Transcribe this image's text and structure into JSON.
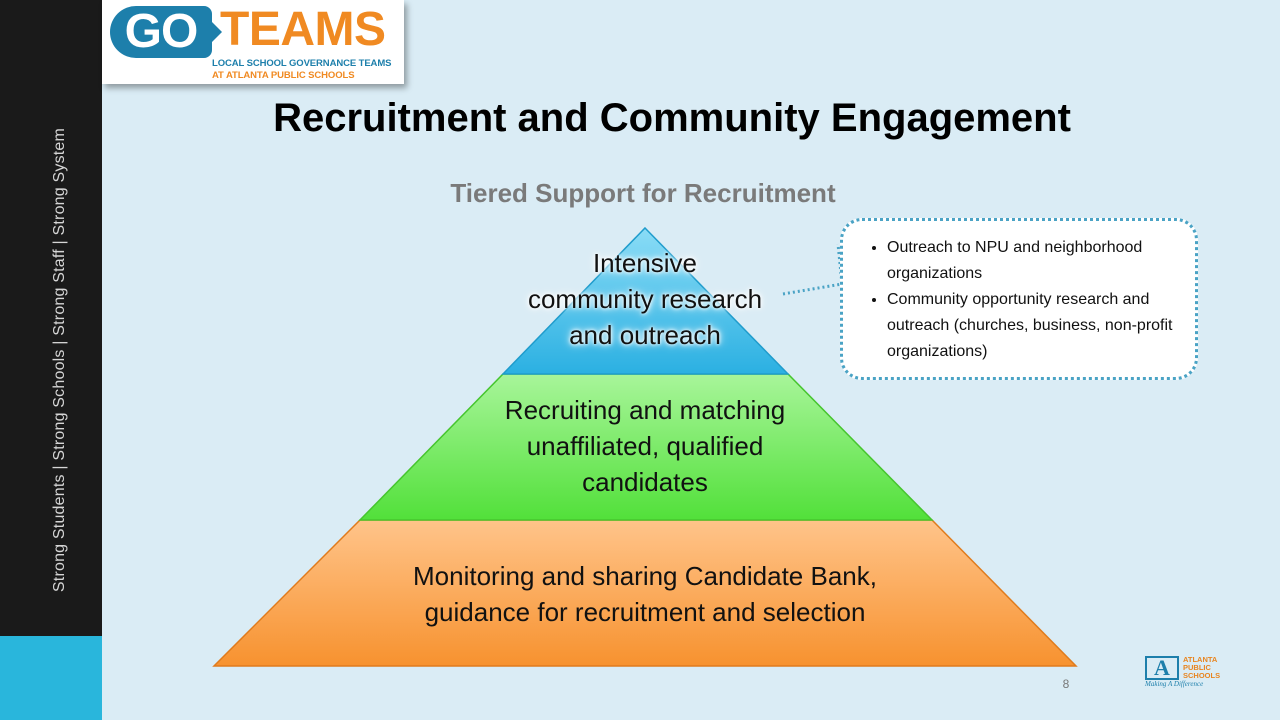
{
  "sidebar": {
    "tagline": "Strong Students  |  Strong Schools  |  Strong Staff  |  Strong System"
  },
  "logo": {
    "go": "GO",
    "teams": "TEAMS",
    "line1": "LOCAL SCHOOL GOVERNANCE TEAMS",
    "line2": "AT ATLANTA PUBLIC SCHOOLS"
  },
  "slide": {
    "title": "Recruitment and Community Engagement",
    "subtitle": "Tiered Support for Recruitment",
    "page_number": "8"
  },
  "pyramid": {
    "colors": {
      "top": "#4cc3ec",
      "middle": "#6ee656",
      "bottom": "#f9a049"
    },
    "tiers": [
      {
        "label_lines": [
          "Intensive",
          "community research",
          "and outreach"
        ]
      },
      {
        "label_lines": [
          "Recruiting and matching",
          "unaffiliated, qualified",
          "candidates"
        ]
      },
      {
        "label_lines": [
          "Monitoring and sharing Candidate Bank,",
          "guidance for recruitment and selection"
        ]
      }
    ]
  },
  "callout": {
    "items": [
      "Outreach to NPU and neighborhood organizations",
      "Community opportunity research and outreach (churches, business, non-profit organizations)"
    ]
  },
  "footer_logo": {
    "mark": "A",
    "name_lines": [
      "ATLANTA",
      "PUBLIC",
      "SCHOOLS"
    ],
    "tagline": "Making A Difference"
  }
}
